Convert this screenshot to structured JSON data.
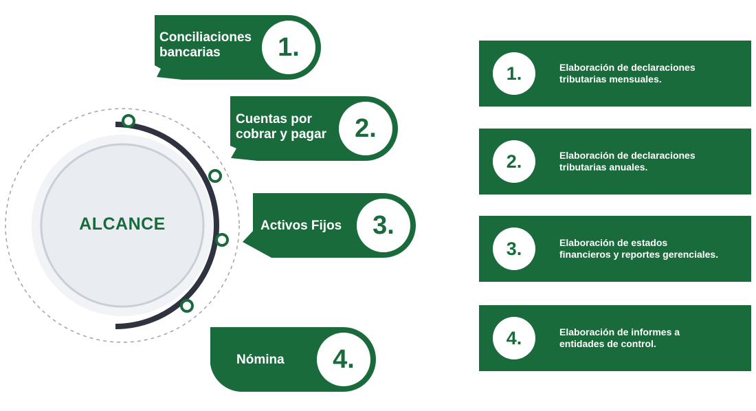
{
  "center": {
    "label": "ALCANCE"
  },
  "pills": [
    {
      "label": "Conciliaciones\nbancarias",
      "number": "1."
    },
    {
      "label": "Cuentas por\ncobrar y pagar",
      "number": "2."
    },
    {
      "label": "Activos Fijos",
      "number": "3."
    },
    {
      "label": "Nómina",
      "number": "4."
    }
  ],
  "cards": [
    {
      "number": "1.",
      "text": "Elaboración de declaraciones\ntributarias mensuales."
    },
    {
      "number": "2.",
      "text": "Elaboración de declaraciones\ntributarias anuales."
    },
    {
      "number": "3.",
      "text": "Elaboración de estados\nfinancieros y reportes gerenciales."
    },
    {
      "number": "4.",
      "text": "Elaboración de informes a\nentidades de control."
    }
  ],
  "colors": {
    "primary": "#1a6b3c",
    "arc": "#2f3340",
    "circle_bg": "#eef1f4"
  }
}
